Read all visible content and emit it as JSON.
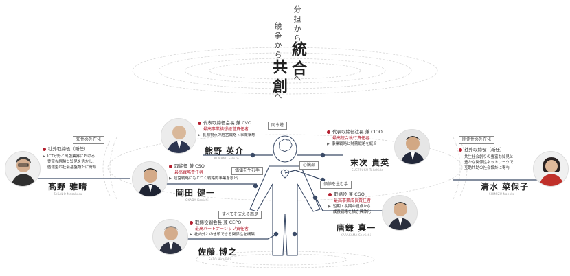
{
  "headline": {
    "line1": "分担から",
    "line1_accent": "統合",
    "line1_tail": "へ",
    "line2": "競争から",
    "line2_accent": "共創",
    "line2_tail": "へ"
  },
  "tags": {
    "doshi": "同令塔",
    "kachi_left": "価値を生む手",
    "shinzo": "心臓部",
    "kachi_right": "価値を生む手",
    "subete": "すべてを支える両足",
    "chisei": "知性の外在化",
    "kankei": "関係性の外在化"
  },
  "people": {
    "kumano": {
      "role": "代表取締役会長 兼 CVO",
      "resp": "最高事業構想経営責任者",
      "desc": [
        "長期視点の経営戦略・事業構想"
      ],
      "name": "熊野 英介",
      "roman": "KUMANO Eisuke"
    },
    "suetsugu": {
      "role": "代表取締役社長 兼 CIOO",
      "resp": "最高統合執行責任者",
      "desc": [
        "事業戦略と財務戦略を統合"
      ],
      "name": "末次 貴英",
      "roman": "SUETSUGU Takahide"
    },
    "okada": {
      "role": "取締役 兼 CSO",
      "resp": "最高戦略責任者",
      "desc": [
        "経営戦略にもとづく戦略的事業を創出"
      ],
      "name": "岡田 健一",
      "roman": "OKADA Kenichi"
    },
    "karakama": {
      "role": "取締役 兼 CGO",
      "resp": "最高事業成長責任者",
      "desc": [
        "短期・長期の視点から",
        "成長戦略を描き具体化"
      ],
      "name": "唐鎌 真一",
      "roman": "KARAKAMA Shinichi"
    },
    "sato": {
      "role": "取締役副会長 兼 CEPO",
      "resp": "最高パートナーシップ責任者",
      "desc": [
        "社内外との信頼できる関係性を構築"
      ],
      "name": "佐藤 博之",
      "roman": "SATO Hiroyuki"
    },
    "takano": {
      "role": "社外取締役（新任）",
      "desc": [
        "ICT分野と出版業界における",
        "豊富な経験と知見を活かし、",
        "循環型の社会基盤設計に寄与"
      ],
      "name": "髙野 雅晴",
      "roman": "TAKANO Masaharu"
    },
    "shimizu": {
      "role": "社外取締役（新任）",
      "desc": [
        "共生社会創りの豊富な知見と",
        "豊かな関係性ネットワークで",
        "互助共助の社会設計に寄与"
      ],
      "name": "清水 菜保子",
      "roman": "SHIMIZU Nahoko"
    }
  },
  "colors": {
    "accent_red": "#b41f2f",
    "line_navy": "#3a4a66",
    "ring_grey": "#d8d8d8"
  }
}
